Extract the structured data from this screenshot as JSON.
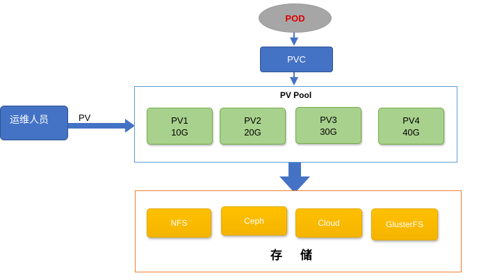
{
  "pod": {
    "label": "POD"
  },
  "pvc": {
    "label": "PVC"
  },
  "pool": {
    "title": "PV Pool",
    "volumes": [
      {
        "name": "PV1",
        "size": "10G"
      },
      {
        "name": "PV2",
        "size": "20G"
      },
      {
        "name": "PV3",
        "size": "30G"
      },
      {
        "name": "PV4",
        "size": "40G"
      }
    ]
  },
  "ops": {
    "label": "运维人员",
    "arrow_label": "PV"
  },
  "storage": {
    "label": "存 储",
    "backends": [
      "NFS",
      "Ceph",
      "Cloud",
      "GlusterFS"
    ]
  },
  "colors": {
    "pod_fill": "#a6a6a6",
    "pod_text": "#e00000",
    "box_blue": "#4472c4",
    "pv_green": "#a9d18e",
    "storage_orange_border": "#ed7d31",
    "backend_yellow": "#ffc000"
  }
}
